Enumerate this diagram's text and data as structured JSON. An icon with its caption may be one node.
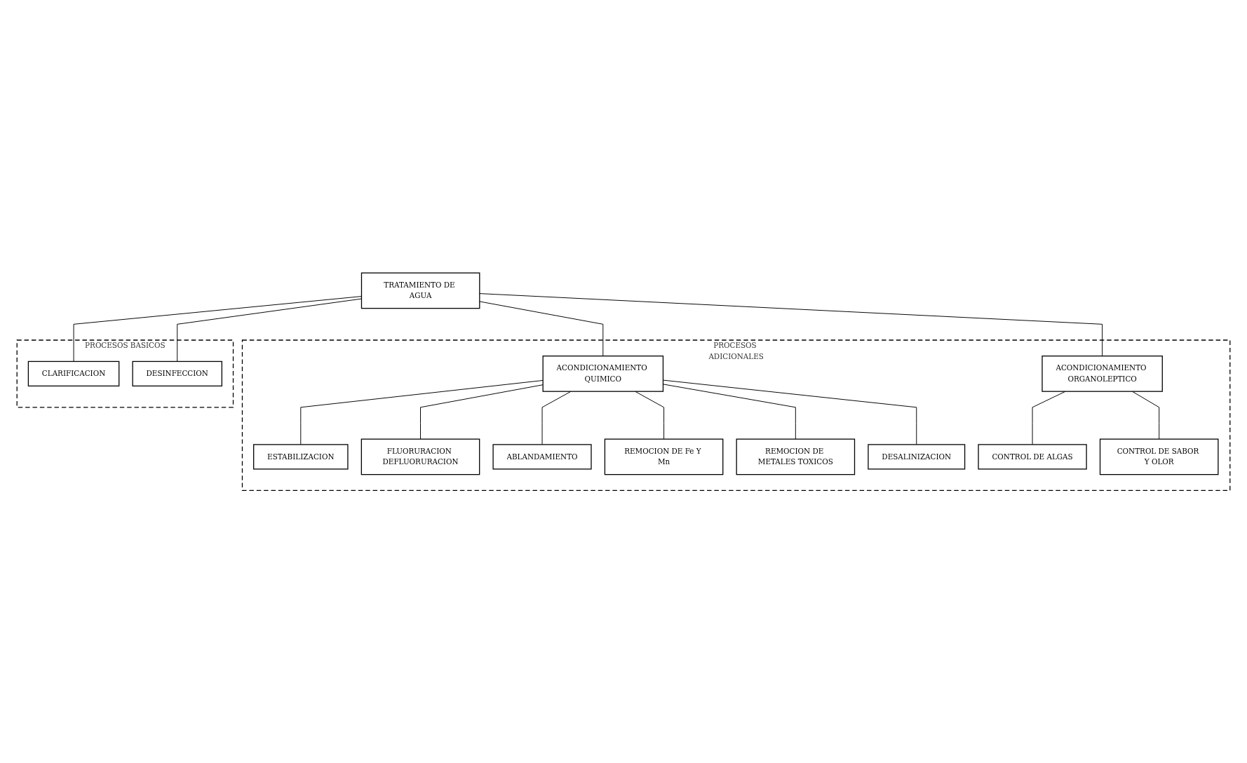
{
  "diagram": {
    "nodes": [
      {
        "text": [
          "TRATAMIENTO DE AGUA"
        ]
      },
      {
        "text": [
          "PROCESOS BASICOS"
        ]
      },
      {
        "text": [
          "CLARIFICACION"
        ],
        "in": 1
      },
      {
        "text": [
          "DESINFECCION"
        ],
        "in": 1
      },
      {
        "text": [
          "PROCESOS ADICIONALES"
        ]
      },
      {
        "text": [
          "ACONDICIONAMIENTO QUIMICO"
        ],
        "in": 4
      },
      {
        "text": [
          "ACONDICIONAMIENTO ORGANOLEPTICO"
        ],
        "in": 4
      },
      {
        "text": [
          "ESTABILIZACION"
        ],
        "in": 4
      },
      {
        "text": [
          "ABLANDAMIENTO"
        ],
        "in": 4
      },
      {
        "text": [
          "REMOCION DE METALES TOXICOS"
        ],
        "in": 4
      },
      {
        "text": [
          "CONTROL DE ALGAS"
        ],
        "in": 4
      },
      {
        "text": [
          "CONTROL DE SABOR Y OLOR"
        ],
        "in": 4
      },
      {
        "text": [
          "FLUORURACION DEFLUORURACION"
        ],
        "in": 4
      },
      {
        "text": [
          "REMOCION DE Fe Y Mn"
        ],
        "in": 4
      },
      {
        "text": [
          "DESALINIZACION"
        ],
        "in": 4
      }
    ],
    "edges": [
      {
        "from": 0,
        "to": 2,
        "arrow": "none"
      },
      {
        "from": 0,
        "to": 3,
        "arrow": "none"
      },
      {
        "from": 0,
        "to": 5,
        "arrow": "none"
      },
      {
        "from": 0,
        "to": 6,
        "arrow": "none"
      },
      {
        "from": 5,
        "to": 7,
        "arrow": "none"
      },
      {
        "from": 5,
        "to": 12,
        "arrow": "none"
      },
      {
        "from": 5,
        "to": 8,
        "arrow": "none"
      },
      {
        "from": 5,
        "to": 13,
        "arrow": "none"
      },
      {
        "from": 5,
        "to": 9,
        "arrow": "none"
      },
      {
        "from": 5,
        "to": 14,
        "arrow": "none"
      },
      {
        "from": 6,
        "to": 10,
        "arrow": "none"
      },
      {
        "from": 6,
        "to": 11,
        "arrow": "none"
      }
    ]
  }
}
